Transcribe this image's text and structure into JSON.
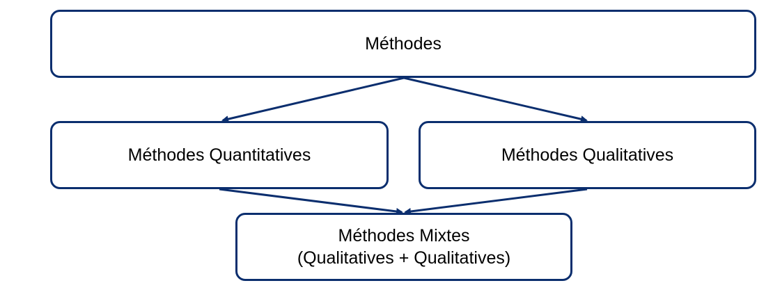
{
  "diagram": {
    "nodes": {
      "root": {
        "label": "Méthodes"
      },
      "quantitative": {
        "label": "Méthodes Quantitatives"
      },
      "qualitative": {
        "label": "Méthodes Qualitatives"
      },
      "mixed": {
        "line1": "Méthodes Mixtes",
        "line2": "(Qualitatives + Qualitatives)"
      }
    },
    "edges": [
      {
        "from": "root",
        "to": "quantitative"
      },
      {
        "from": "root",
        "to": "qualitative"
      },
      {
        "from": "quantitative",
        "to": "mixed"
      },
      {
        "from": "qualitative",
        "to": "mixed"
      }
    ],
    "colors": {
      "border": "#0b2e6e",
      "text": "#000000",
      "background": "#ffffff"
    }
  }
}
